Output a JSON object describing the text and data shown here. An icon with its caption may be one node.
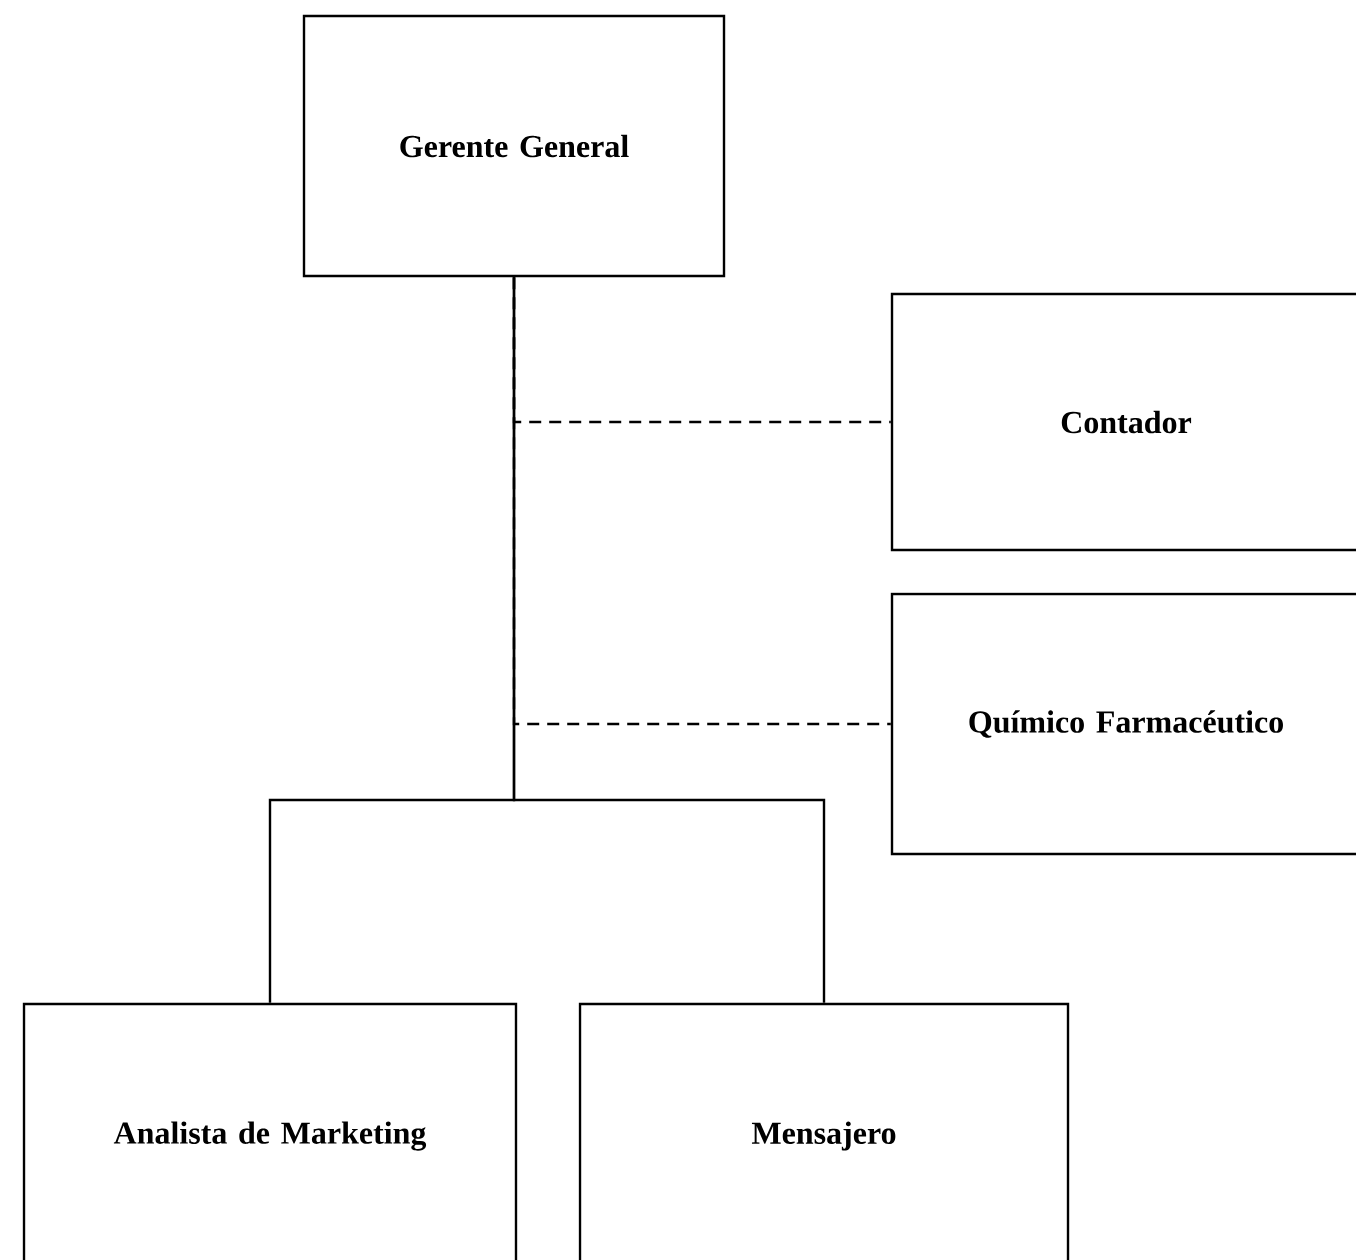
{
  "diagram": {
    "nodes": [
      {
        "text": [
          "Gerente General"
        ]
      },
      {
        "text": [
          "Contador"
        ]
      },
      {
        "text": [
          "Químico Farmacéutico"
        ]
      },
      {
        "text": [
          "Analista de Marketing"
        ]
      },
      {
        "text": [
          "Mensajero"
        ]
      }
    ],
    "edges": [
      {
        "from": 0,
        "to": 1,
        "arrow": "none",
        "style": "dashed"
      },
      {
        "from": 0,
        "to": 2,
        "arrow": "none",
        "style": "dashed"
      },
      {
        "from": 0,
        "to": 3,
        "arrow": "none"
      },
      {
        "from": 0,
        "to": 4,
        "arrow": "none"
      }
    ]
  }
}
